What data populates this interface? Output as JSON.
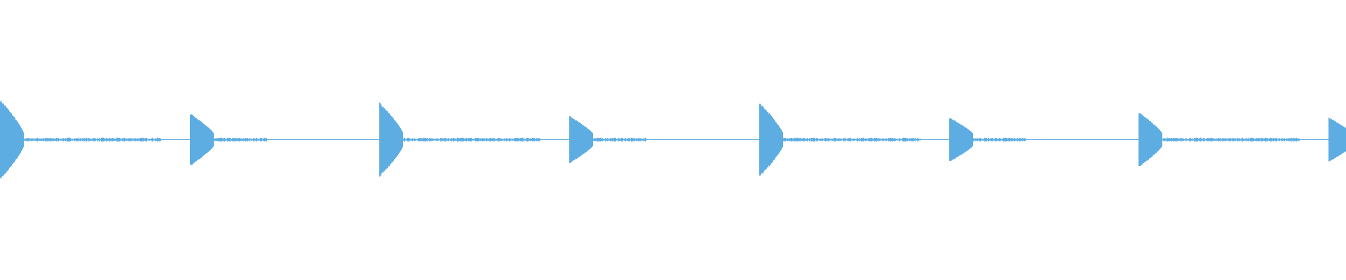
{
  "chart_data": {
    "type": "area",
    "description_kind": "audio-waveform",
    "title": "",
    "xlabel": "",
    "ylabel": "",
    "ylim": [
      -1,
      1
    ],
    "grid": false,
    "legend": "none",
    "color": "#5dade2",
    "onsets": [
      {
        "beat": 1,
        "peak": 0.29,
        "accent": true
      },
      {
        "beat": 2,
        "peak": 0.19,
        "accent": false
      },
      {
        "beat": 3,
        "peak": 0.27,
        "accent": true
      },
      {
        "beat": 4,
        "peak": 0.17,
        "accent": false
      },
      {
        "beat": 5,
        "peak": 0.27,
        "accent": true
      },
      {
        "beat": 6,
        "peak": 0.16,
        "accent": false
      },
      {
        "beat": 7,
        "peak": 0.2,
        "accent": true
      },
      {
        "beat": 8,
        "peak": 0.16,
        "accent": false
      }
    ],
    "decay_floor": 0.04,
    "tail_level": 0.012
  }
}
